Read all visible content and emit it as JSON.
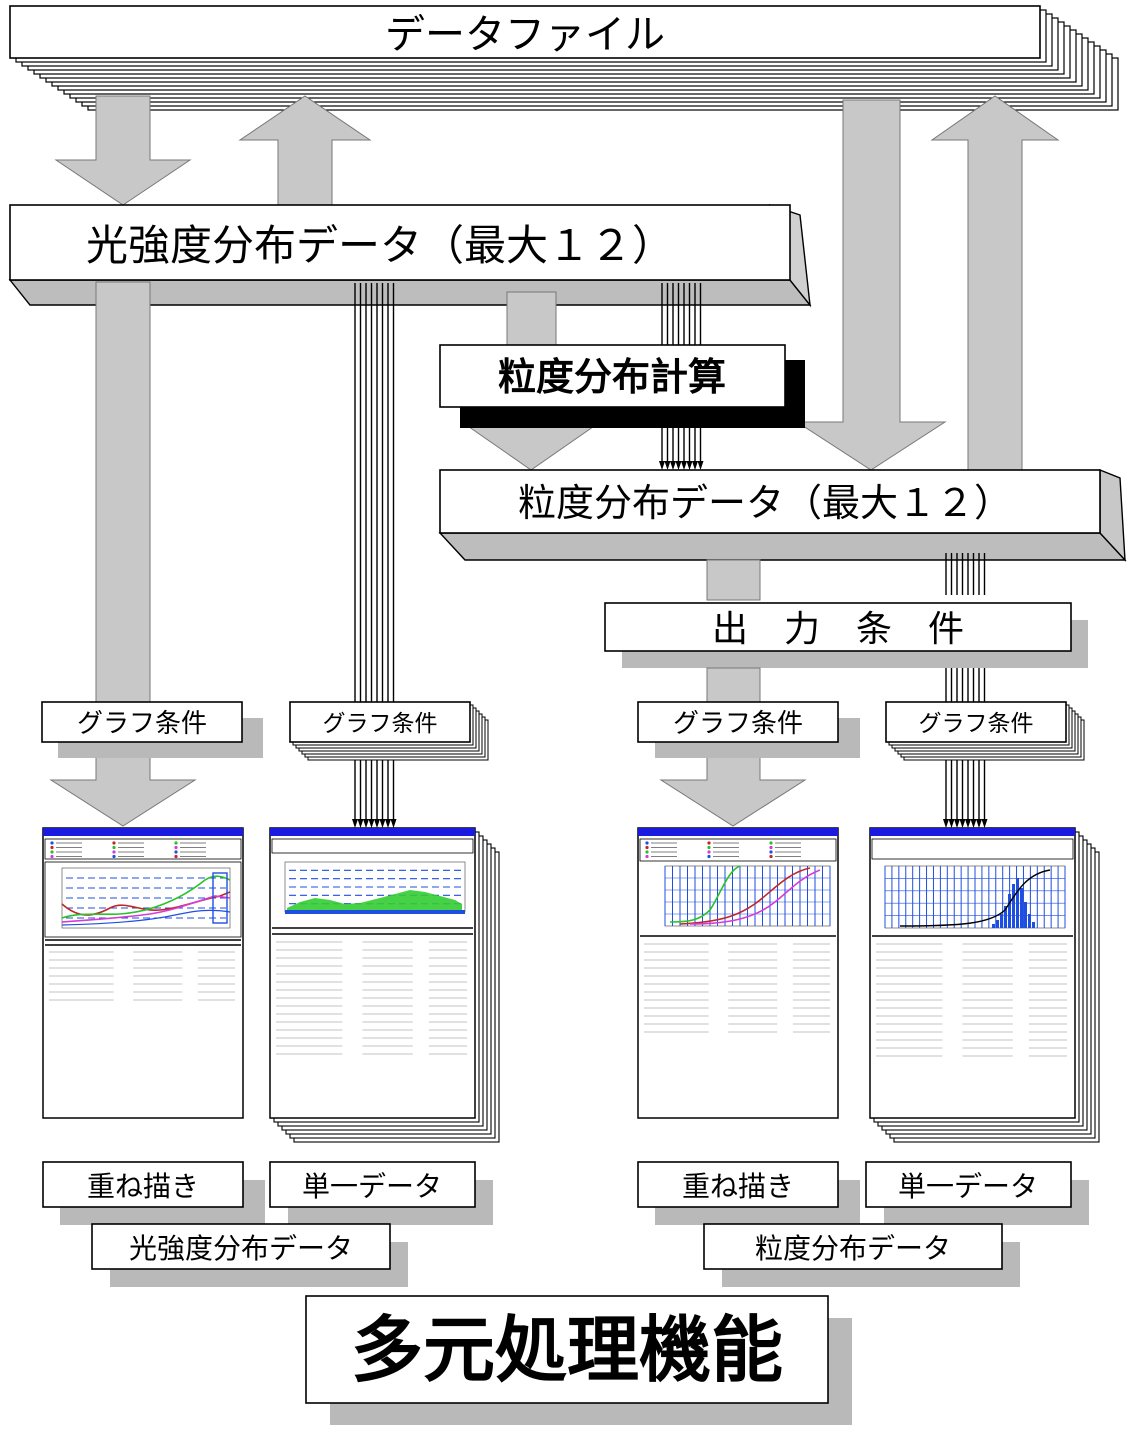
{
  "data_file": {
    "label": "データファイル"
  },
  "light_intensity": {
    "title": "光強度分布データ（最大１２）",
    "graph_condition_overlay": "グラフ条件",
    "graph_condition_single": "グラフ条件",
    "overlay_label": "重ね描き",
    "single_label": "単一データ",
    "group_label": "光強度分布データ"
  },
  "calculation": {
    "label": "粒度分布計算"
  },
  "particle_size": {
    "title": "粒度分布データ（最大１２）",
    "output_condition": "出　力　条　件",
    "graph_condition_overlay": "グラフ条件",
    "graph_condition_single": "グラフ条件",
    "overlay_label": "重ね描き",
    "single_label": "単一データ",
    "group_label": "粒度分布データ"
  },
  "main_title": "多元処理機能",
  "colors": {
    "arrow_fill": "#c8c8c8",
    "shadow": "#b9b9b9",
    "report_header": "#1b1be0",
    "curve_green": "#27c327",
    "curve_red": "#c0272d",
    "curve_magenta": "#d63bd6",
    "histogram_green": "#33cc33",
    "histogram_blue": "#1f4fe0"
  }
}
